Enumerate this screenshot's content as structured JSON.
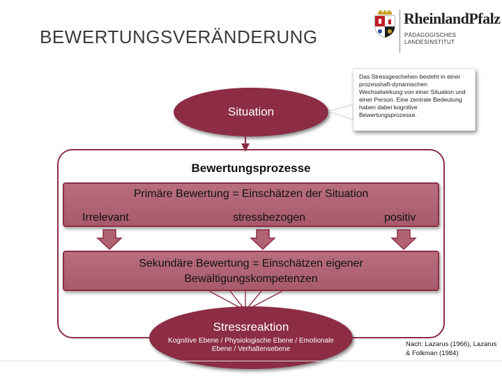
{
  "title": "BEWERTUNGSVERÄNDERUNG",
  "logo": {
    "emblem": "rhineland-palatinate-coat-of-arms-icon",
    "state_name": "RheinlandPfalz",
    "institute_line1": "PÄDAGOGISCHES",
    "institute_line2": "LANDESINSTITUT"
  },
  "callout": {
    "text": "Das Stressgeschehen besteht in einer prozesshaft-dynamischen Wechselwirkung von einer Situation und einer Person. Eine zentrale Bedeutung haben dabei kognitive Bewertungsprozesse."
  },
  "situation": {
    "label": "Situation"
  },
  "frame": {
    "title": "Bewertungsprozesse"
  },
  "primary": {
    "title": "Primäre Bewertung = Einschätzen der Situation",
    "options": [
      "Irrelevant",
      "stressbezogen",
      "positiv"
    ]
  },
  "secondary": {
    "line1": "Sekundäre Bewertung = Einschätzen eigener",
    "line2": "Bewältigungskompetenzen"
  },
  "reaction": {
    "title": "Stressreaktion",
    "line1": "Kognitive Ebene / Physiologische Ebene / Emotionale",
    "line2": "Ebene / Verhaltensebene"
  },
  "citation": {
    "line1": "Nach: Lazarus (1966), Lazarus",
    "line2": "& Folkman (1984)"
  },
  "colors": {
    "accent": "#8c2d45",
    "band": "#b06373",
    "title_text": "#3a3a3a"
  }
}
